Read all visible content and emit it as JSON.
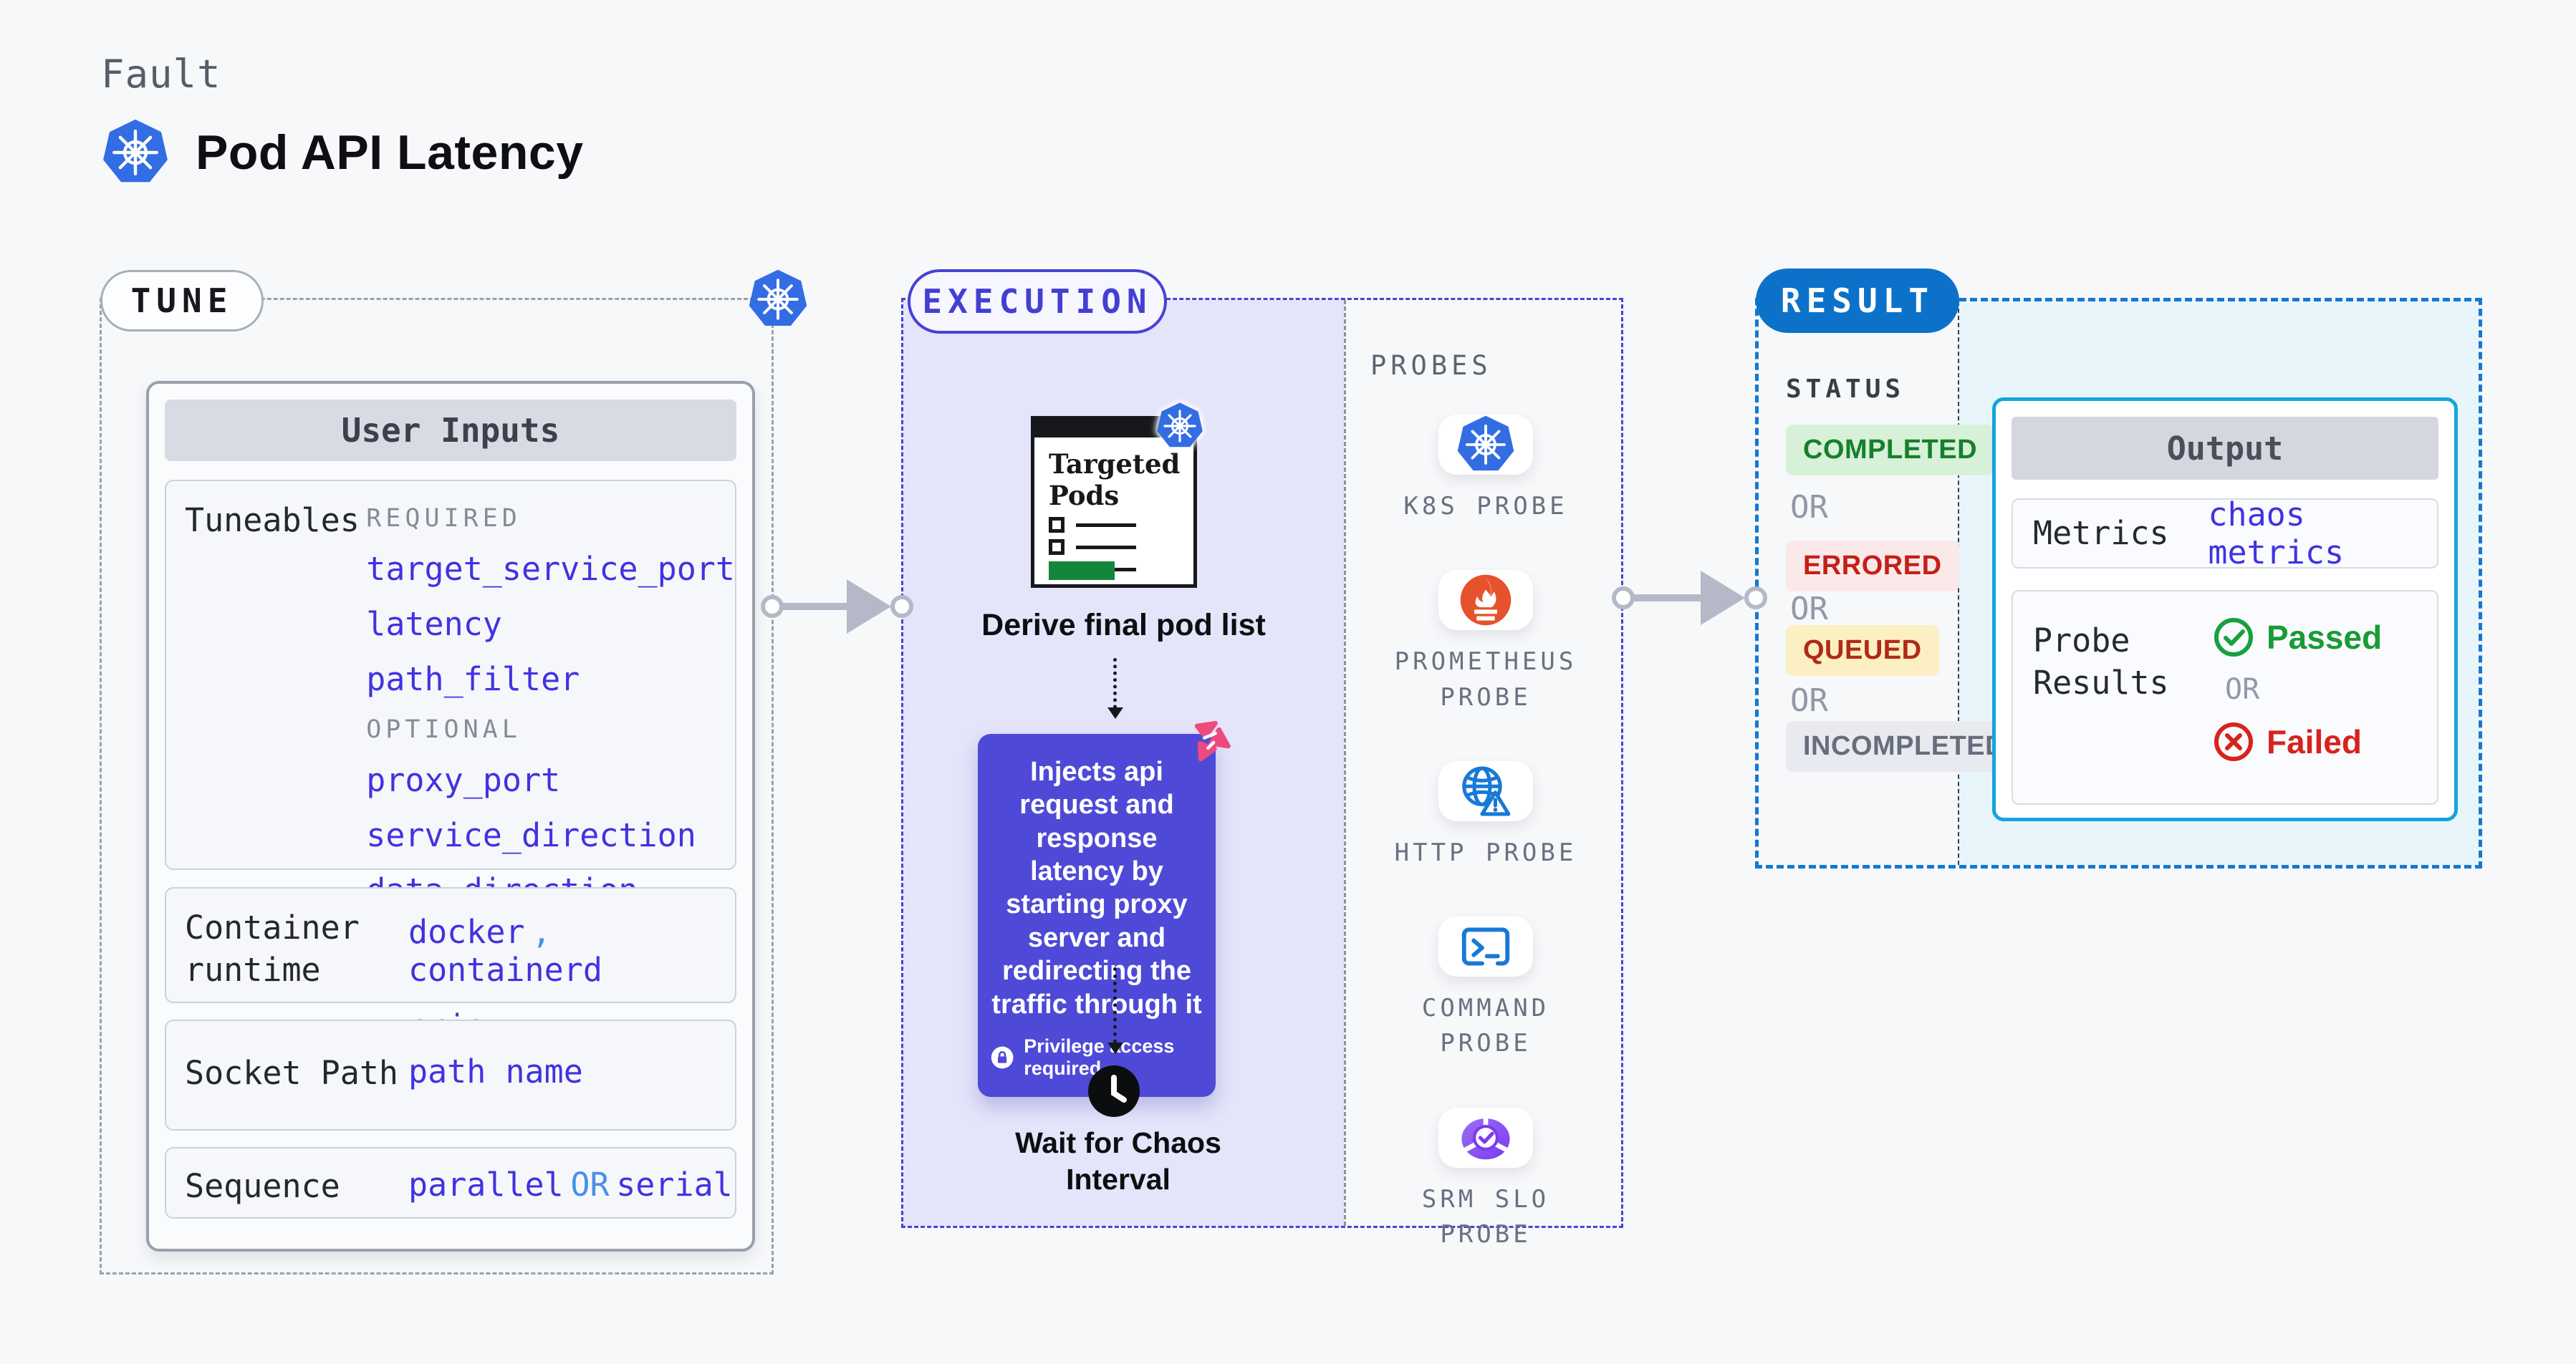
{
  "header": {
    "eyebrow": "Fault",
    "title": "Pod API Latency"
  },
  "tune": {
    "pill": "TUNE",
    "user_inputs": {
      "title": "User Inputs",
      "tuneables": {
        "label": "Tuneables",
        "required_label": "REQUIRED",
        "required": [
          "target_service_port",
          "latency",
          "path_filter"
        ],
        "optional_label": "OPTIONAL",
        "optional": [
          "proxy_port",
          "service_direction",
          "data_direction"
        ]
      },
      "container_runtime": {
        "label": "Container runtime",
        "value1": "docker",
        "separator": ",",
        "value2": "containerd",
        "value3": "crio"
      },
      "socket_path": {
        "label": "Socket Path",
        "value": "path name"
      },
      "sequence": {
        "label": "Sequence",
        "value_a": "parallel",
        "or": "OR",
        "value_b": "serial"
      }
    }
  },
  "execution": {
    "pill": "EXECUTION",
    "pods_title": "Targeted Pods",
    "derive_label": "Derive final pod list",
    "inject_text": "Injects api request and response latency by starting proxy server and redirecting the traffic through it",
    "privilege_text": "Privilege access required",
    "wait_label": "Wait for Chaos Interval"
  },
  "probes": {
    "label": "PROBES",
    "items": [
      {
        "label": "K8S PROBE",
        "icon": "k8s-icon"
      },
      {
        "label": "PROMETHEUS PROBE",
        "icon": "prometheus-icon"
      },
      {
        "label": "HTTP PROBE",
        "icon": "http-globe-warning-icon"
      },
      {
        "label": "COMMAND PROBE",
        "icon": "terminal-icon"
      },
      {
        "label": "SRM SLO PROBE",
        "icon": "slo-gauge-icon"
      }
    ]
  },
  "result": {
    "pill": "RESULT",
    "status_label": "STATUS",
    "or": "OR",
    "statuses": [
      {
        "label": "COMPLETED",
        "bg": "#d7f1d9",
        "fg": "#177f2b"
      },
      {
        "label": "ERRORED",
        "bg": "#fbe9e9",
        "fg": "#c51f19"
      },
      {
        "label": "QUEUED",
        "bg": "#fcefc3",
        "fg": "#b02a18"
      },
      {
        "label": "INCOMPLETED",
        "bg": "#e9eaef",
        "fg": "#666d7c"
      }
    ],
    "output": {
      "title": "Output",
      "metrics_label": "Metrics",
      "metrics_value": "chaos metrics",
      "probe_results_label": "Probe Results",
      "passed": "Passed",
      "or": "OR",
      "failed": "Failed"
    }
  },
  "colors": {
    "k8s_blue": "#336de4",
    "tune_border": "#9aa1ad",
    "execution_indigo": "#4744d2",
    "purple_fill": "#e4e4fa",
    "inject_bg": "#4e4ad7",
    "litmus_pink": "#ef4a7d",
    "result_blue": "#0c72c9",
    "cyan_border": "#14a5da",
    "cyan_fill": "#e8f6fc",
    "value_indigo": "#4033e0",
    "value_blue": "#4a8fe8",
    "passed_green": "#189b35",
    "failed_red": "#d7231d",
    "arrow_gray": "#b5b9c7"
  }
}
